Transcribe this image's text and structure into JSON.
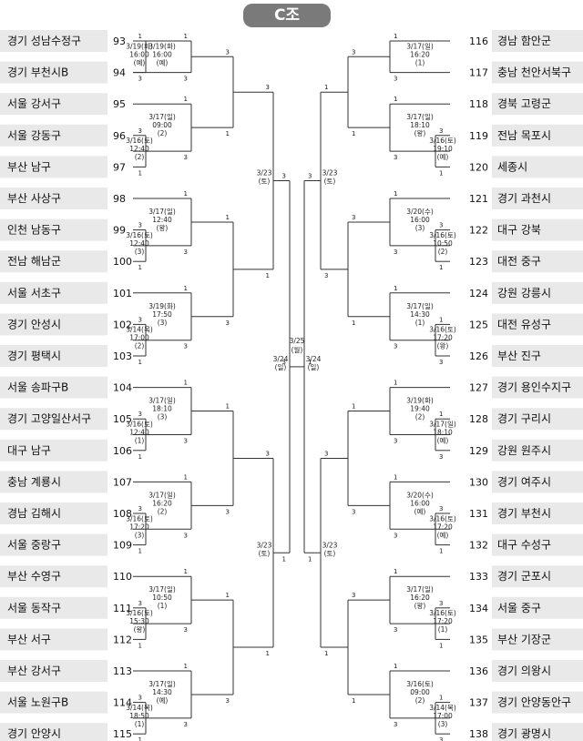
{
  "title": "C조",
  "left_teams": [
    {
      "num": "93",
      "name": "경기 성남수정구"
    },
    {
      "num": "94",
      "name": "경기 부천시B"
    },
    {
      "num": "95",
      "name": "서울 강서구"
    },
    {
      "num": "96",
      "name": "서울 강동구"
    },
    {
      "num": "97",
      "name": "부산 남구"
    },
    {
      "num": "98",
      "name": "부산 사상구"
    },
    {
      "num": "99",
      "name": "인천 남동구"
    },
    {
      "num": "100",
      "name": "전남 해남군"
    },
    {
      "num": "101",
      "name": "서울 서초구"
    },
    {
      "num": "102",
      "name": "경기 안성시"
    },
    {
      "num": "103",
      "name": "경기 평택시"
    },
    {
      "num": "104",
      "name": "서울 송파구B"
    },
    {
      "num": "105",
      "name": "경기 고양일산서구"
    },
    {
      "num": "106",
      "name": "대구 남구"
    },
    {
      "num": "107",
      "name": "충남 계룡시"
    },
    {
      "num": "108",
      "name": "경남 김해시"
    },
    {
      "num": "109",
      "name": "서울 중랑구"
    },
    {
      "num": "110",
      "name": "부산 수영구"
    },
    {
      "num": "111",
      "name": "서울 동작구"
    },
    {
      "num": "112",
      "name": "부산 서구"
    },
    {
      "num": "113",
      "name": "부산 강서구"
    },
    {
      "num": "114",
      "name": "서울 노원구B"
    },
    {
      "num": "115",
      "name": "경기 안양시"
    }
  ],
  "right_teams": [
    {
      "num": "116",
      "name": "경남 함안군"
    },
    {
      "num": "117",
      "name": "충남 천안서북구"
    },
    {
      "num": "118",
      "name": "경북 고령군"
    },
    {
      "num": "119",
      "name": "전남 목포시"
    },
    {
      "num": "120",
      "name": "세종시"
    },
    {
      "num": "121",
      "name": "경기 과천시"
    },
    {
      "num": "122",
      "name": "대구 강북"
    },
    {
      "num": "123",
      "name": "대전 중구"
    },
    {
      "num": "124",
      "name": "강원 강릉시"
    },
    {
      "num": "125",
      "name": "대전 유성구"
    },
    {
      "num": "126",
      "name": "부산 진구"
    },
    {
      "num": "127",
      "name": "경기 용인수지구"
    },
    {
      "num": "128",
      "name": "경기 구리시"
    },
    {
      "num": "129",
      "name": "강원 원주시"
    },
    {
      "num": "130",
      "name": "경기 여주시"
    },
    {
      "num": "131",
      "name": "경기 부천시"
    },
    {
      "num": "132",
      "name": "대구 수성구"
    },
    {
      "num": "133",
      "name": "경기 군포시"
    },
    {
      "num": "134",
      "name": "서울 중구"
    },
    {
      "num": "135",
      "name": "부산 기장군"
    },
    {
      "num": "136",
      "name": "경기 의왕시"
    },
    {
      "num": "137",
      "name": "경기 안양동안구"
    },
    {
      "num": "138",
      "name": "경기 광명시"
    }
  ],
  "left_pairs": [
    {
      "t": 0,
      "b": 1,
      "time": [
        "3/19(화)",
        "16:00",
        "(예)"
      ],
      "st": "1",
      "sb": "3"
    },
    {
      "t": 3,
      "b": 4,
      "time": [
        "3/16(토)",
        "12:40",
        "(2)"
      ],
      "st": "3",
      "sb": "1"
    },
    {
      "t": 6,
      "b": 7,
      "time": [
        "3/16(토)",
        "12:40",
        "(3)"
      ],
      "st": "3",
      "sb": "1"
    },
    {
      "t": 9,
      "b": 10,
      "time": [
        "3/14(목)",
        "17:00",
        "(2)"
      ],
      "st": "3",
      "sb": "1"
    },
    {
      "t": 12,
      "b": 13,
      "time": [
        "3/16(토)",
        "12:40",
        "(1)"
      ],
      "st": "3",
      "sb": "1"
    },
    {
      "t": 15,
      "b": 16,
      "time": [
        "3/16(토)",
        "17:20",
        "(3)"
      ],
      "st": "3",
      "sb": "1"
    },
    {
      "t": 18,
      "b": 19,
      "time": [
        "3/16(토)",
        "15:30",
        "(왕)"
      ],
      "st": "3",
      "sb": "1"
    },
    {
      "t": 21,
      "b": 22,
      "time": [
        "3/14(목)",
        "18:50",
        "(1)"
      ],
      "st": "3",
      "sb": "1"
    }
  ],
  "left_r2": [
    {
      "time": [
        "3/17(일)",
        "09:00",
        "(2)"
      ],
      "st": "1",
      "sb": "3"
    },
    {
      "time": [
        "3/17(일)",
        "12:40",
        "(왕)"
      ],
      "st": "1",
      "sb": "3"
    },
    {
      "time": [
        "3/19(화)",
        "17:50",
        "(3)"
      ],
      "st": "1",
      "sb": "3"
    },
    {
      "time": [
        "3/17(일)",
        "18:10",
        "(3)"
      ],
      "st": "1",
      "sb": "3"
    },
    {
      "time": [
        "3/17(일)",
        "16:20",
        "(2)"
      ],
      "st": "1",
      "sb": "3"
    },
    {
      "time": [
        "3/17(일)",
        "10:50",
        "(1)"
      ],
      "st": "1",
      "sb": "3"
    },
    {
      "time": [
        "3/17(일)",
        "14:30",
        "(예)"
      ],
      "st": "1",
      "sb": "3"
    }
  ],
  "left_r3": [
    {
      "st": "3",
      "sb": "1"
    },
    {
      "st": "1",
      "sb": "3"
    },
    {
      "st": "1",
      "sb": "3"
    },
    {
      "st": "1",
      "sb": "3"
    }
  ],
  "left_r4": [
    {
      "date": [
        "3/23",
        "(토)"
      ],
      "st": "3",
      "sb": "1"
    },
    {
      "date": [
        "3/23",
        "(토)"
      ],
      "st": "3",
      "sb": "1"
    }
  ],
  "left_r5": {
    "date": [
      "3/24",
      "(일)"
    ],
    "st": "3",
    "sb": "1"
  },
  "right_pairs": [
    {
      "t": 3,
      "b": 4,
      "time": [
        "3/16(토)",
        "19:10",
        "(예)"
      ],
      "st": "3",
      "sb": "1"
    },
    {
      "t": 6,
      "b": 7,
      "time": [
        "3/16(토)",
        "10:50",
        "(2)"
      ],
      "st": "3",
      "sb": "1"
    },
    {
      "t": 9,
      "b": 10,
      "time": [
        "3/16(토)",
        "17:20",
        "(왕)"
      ],
      "st": "1",
      "sb": "3"
    },
    {
      "t": 12,
      "b": 13,
      "time": [
        "3/17(일)",
        "18:10",
        "(예)"
      ],
      "st": "1",
      "sb": "3"
    },
    {
      "t": 15,
      "b": 16,
      "time": [
        "3/16(토)",
        "17:20",
        "(예)"
      ],
      "st": "3",
      "sb": "1"
    },
    {
      "t": 18,
      "b": 19,
      "time": [
        "3/16(토)",
        "17:20",
        "(1)"
      ],
      "st": "3",
      "sb": "1"
    },
    {
      "t": 21,
      "b": 22,
      "time": [
        "3/14(목)",
        "17:00",
        "(3)"
      ],
      "st": "1",
      "sb": "3"
    }
  ],
  "right_r2": [
    {
      "time": [
        "3/17(일)",
        "16:20",
        "(1)"
      ],
      "st": "1",
      "sb": "3"
    },
    {
      "time": [
        "3/17(일)",
        "18:10",
        "(왕)"
      ],
      "st": "1",
      "sb": "3"
    },
    {
      "time": [
        "3/20(수)",
        "16:00",
        "(3)"
      ],
      "st": "1",
      "sb": "3"
    },
    {
      "time": [
        "3/17(일)",
        "14:30",
        "(1)"
      ],
      "st": "1",
      "sb": "3"
    },
    {
      "time": [
        "3/19(화)",
        "19:40",
        "(2)"
      ],
      "st": "1",
      "sb": "3"
    },
    {
      "time": [
        "3/20(수)",
        "16:00",
        "(예)"
      ],
      "st": "1",
      "sb": "3"
    },
    {
      "time": [
        "3/17(일)",
        "16:20",
        "(왕)"
      ],
      "st": "1",
      "sb": "3"
    },
    {
      "time": [
        "3/16(토)",
        "09:00",
        "(2)"
      ],
      "st": "1",
      "sb": "3"
    }
  ],
  "right_r3": [
    {
      "st": "3",
      "sb": "1"
    },
    {
      "st": "3",
      "sb": "1"
    },
    {
      "st": "1",
      "sb": "3"
    },
    {
      "st": "3",
      "sb": "1"
    }
  ],
  "right_r4": [
    {
      "date": [
        "3/23",
        "(토)"
      ],
      "st": "1",
      "sb": "3"
    },
    {
      "date": [
        "3/23",
        "(토)"
      ],
      "st": "3",
      "sb": "1"
    }
  ],
  "right_r5": {
    "date": [
      "3/24",
      "(일)"
    ],
    "st": "3",
    "sb": "1"
  },
  "final": {
    "date": [
      "3/25",
      "(월)"
    ],
    "st": "3",
    "sb": "1"
  }
}
